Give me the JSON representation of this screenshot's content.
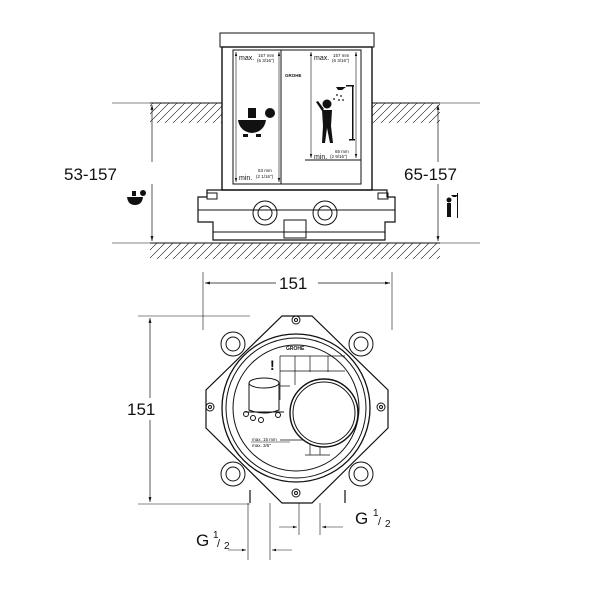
{
  "elevation_view": {
    "left_dimension": "53-157",
    "right_dimension": "65-157",
    "brand": "GROHE",
    "bath_panel": {
      "max_label": "max.",
      "max_value_mm": "157 mm",
      "max_value_in": "(6 3/16\")",
      "min_label": "min.",
      "min_value_mm": "53 mm",
      "min_value_in": "(2 1/16\")"
    },
    "shower_panel": {
      "max_label": "max.",
      "max_value_mm": "157 mm",
      "max_value_in": "(6 3/16\")",
      "min_label": "min.",
      "min_value_mm": "65 mm",
      "min_value_in": "(2 9/16\")"
    }
  },
  "plan_view": {
    "width_dimension": "151",
    "height_dimension": "151",
    "brand": "GROHE",
    "warning": "!",
    "max_note_1": "max. 15 mm",
    "max_note_2": "max. 3/5\"",
    "left_thread": {
      "g": "G",
      "num": "1",
      "den": "2"
    },
    "right_thread": {
      "g": "G",
      "num": "1",
      "den": "2"
    }
  }
}
